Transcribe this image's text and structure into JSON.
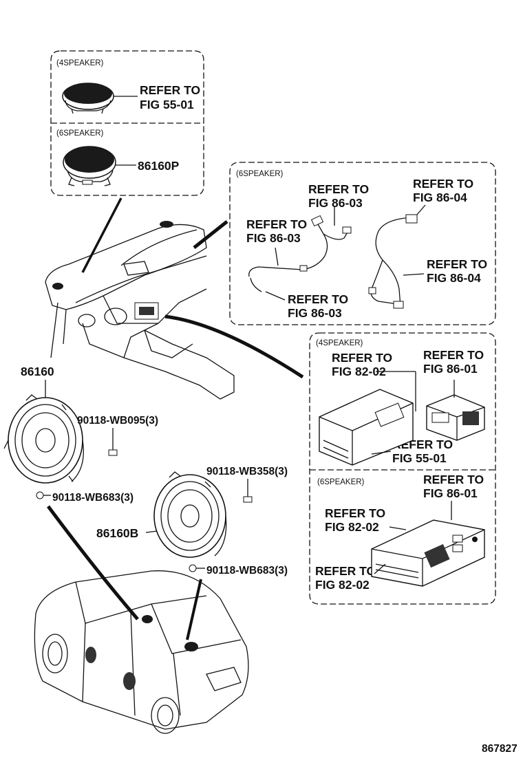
{
  "diagram": {
    "figure_number": "867827",
    "box_tweeter": {
      "header_4": "(4SPEAKER)",
      "ref_4_a": "REFER TO",
      "ref_4_b": "FIG 55-01",
      "header_6": "(6SPEAKER)",
      "part": "86160P"
    },
    "box_wiring": {
      "header": "(6SPEAKER)",
      "ref1_a": "REFER TO",
      "ref1_b": "FIG 86-03",
      "ref2_a": "REFER TO",
      "ref2_b": "FIG 86-03",
      "ref3_a": "REFER TO",
      "ref3_b": "FIG 86-03",
      "ref4_a": "REFER TO",
      "ref4_b": "FIG 86-04",
      "ref5_a": "REFER TO",
      "ref5_b": "FIG 86-04"
    },
    "box_4speaker": {
      "header": "(4SPEAKER)",
      "ref1_a": "REFER TO",
      "ref1_b": "FIG 82-02",
      "ref2_a": "REFER TO",
      "ref2_b": "FIG 86-01",
      "ref3_a": "REFER TO",
      "ref3_b": "FIG 55-01"
    },
    "box_6speaker": {
      "header": "(6SPEAKER)",
      "ref1_a": "REFER TO",
      "ref1_b": "FIG 86-01",
      "ref2_a": "REFER TO",
      "ref2_b": "FIG 82-02",
      "ref3_a": "REFER TO",
      "ref3_b": "FIG 82-02"
    },
    "parts": {
      "front_speaker": "86160",
      "front_screw": "90118-WB095(3)",
      "front_screw_lower": "90118-WB683(3)",
      "rear_screw": "90118-WB358(3)",
      "rear_speaker": "86160B",
      "rear_screw_lower": "90118-WB683(3)"
    }
  }
}
